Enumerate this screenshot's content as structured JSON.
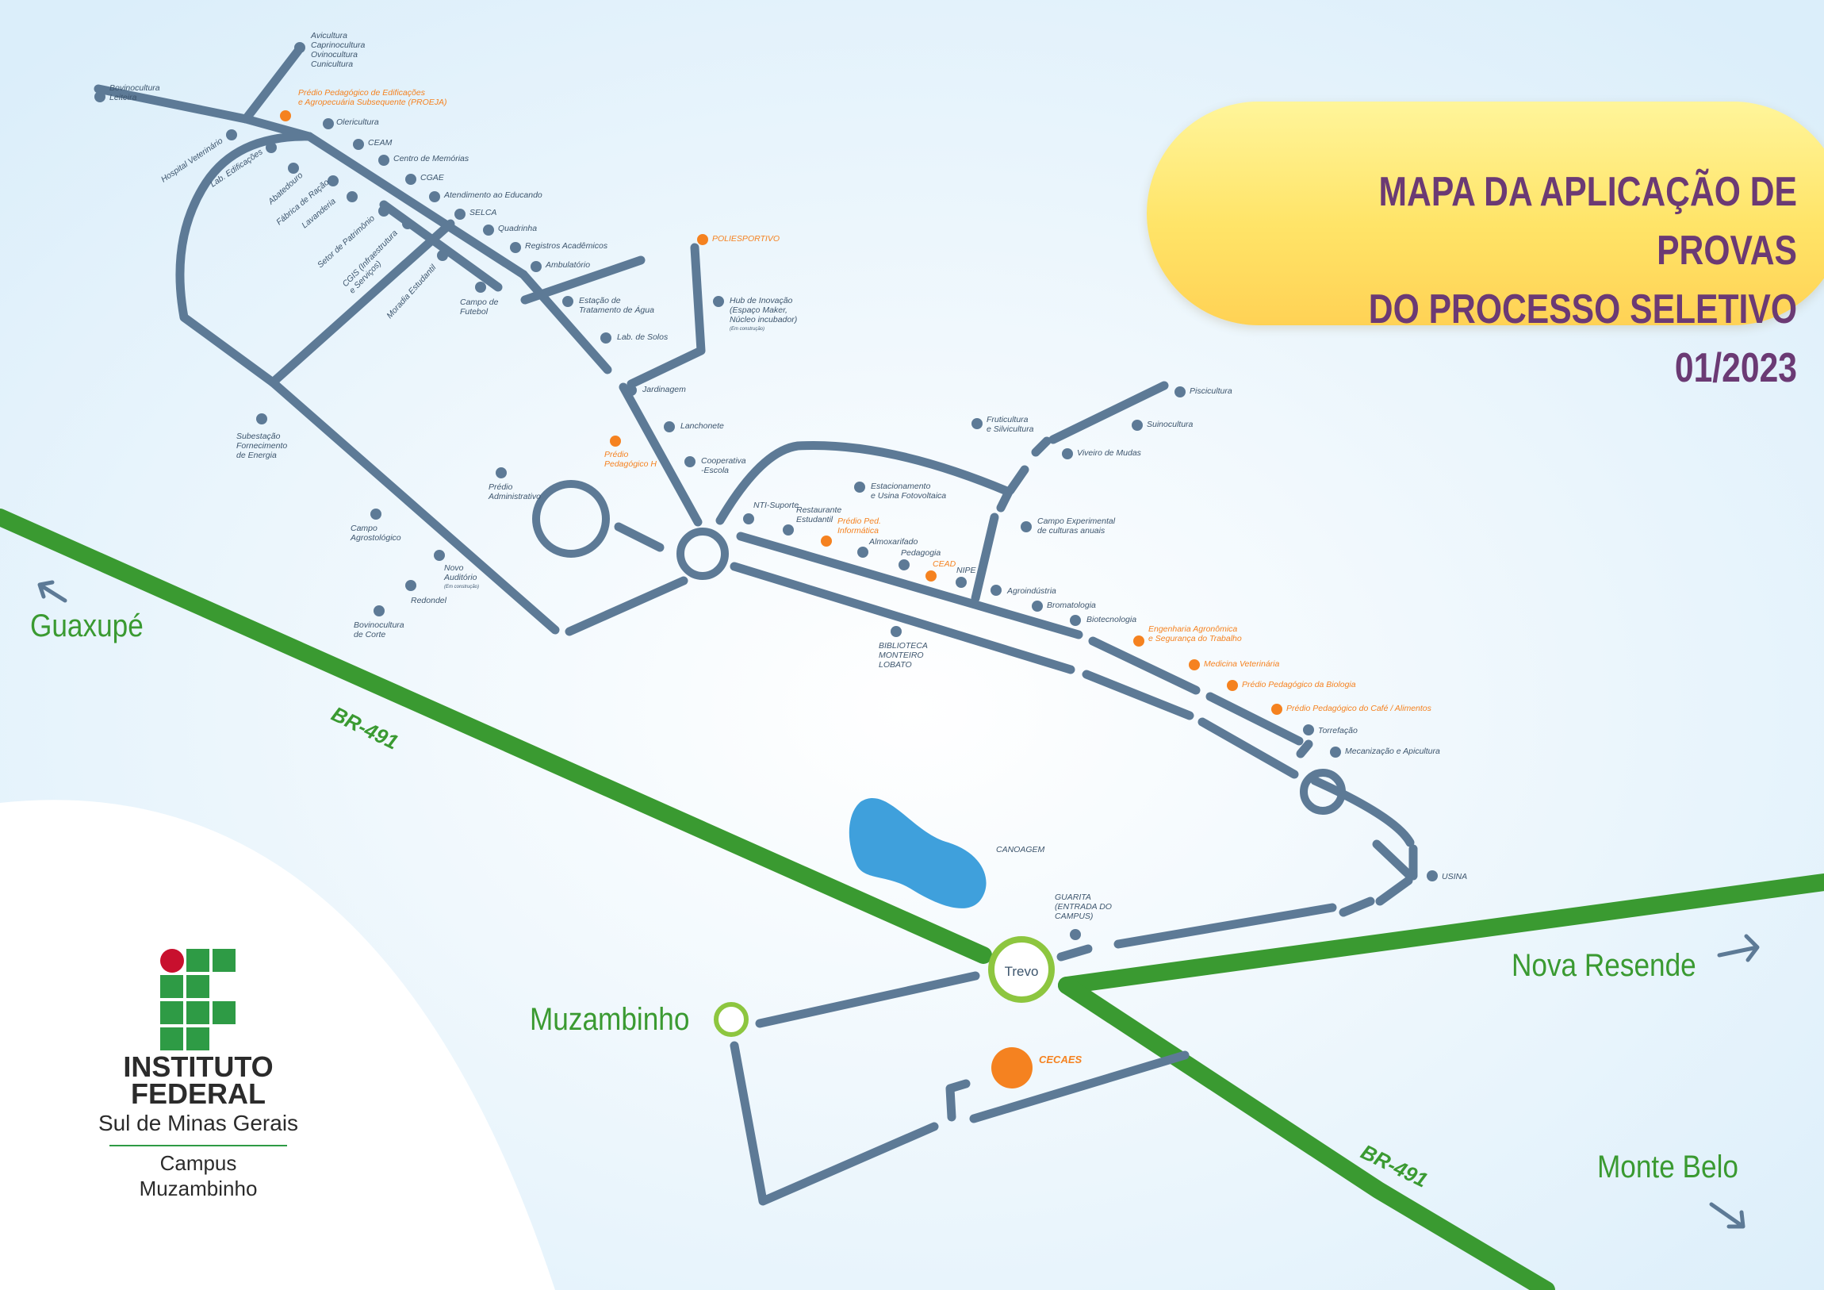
{
  "title": {
    "line1": "MAPA DA APLICAÇÃO DE PROVAS",
    "line2": "DO PROCESSO SELETIVO 01/2023"
  },
  "logo": {
    "line1": "INSTITUTO",
    "line2": "FEDERAL",
    "line3": "Sul de Minas Gerais",
    "line4": "Campus",
    "line5": "Muzambinho"
  },
  "colors": {
    "road": "#5d7a96",
    "highway": "#3a9a31",
    "highlight": "#f58220",
    "lake": "#3fa0dc",
    "title_text": "#6b3a74"
  },
  "cities": {
    "guaxupe": "Guaxupé",
    "nova_resende": "Nova Resende",
    "muzambinho": "Muzambinho",
    "monte_belo": "Monte Belo"
  },
  "highway": {
    "label_left": "BR-491",
    "label_right": "BR-491"
  },
  "trevo": "Trevo",
  "places": [
    {
      "id": "avicultura",
      "lines": [
        "Avicultura",
        "Caprinocultura",
        "Ovinocultura",
        "Cunicultura"
      ],
      "highlight": false
    },
    {
      "id": "bovinocultura-leiteira",
      "lines": [
        "Bovinocultura",
        "Leiteira"
      ],
      "highlight": false
    },
    {
      "id": "proeja",
      "lines": [
        "Prédio Pedagógico de Edificações",
        "e Agropecuária Subsequente (PROEJA)"
      ],
      "highlight": true
    },
    {
      "id": "olericultura",
      "lines": [
        "Olericultura"
      ],
      "highlight": false
    },
    {
      "id": "ceam",
      "lines": [
        "CEAM"
      ],
      "highlight": false
    },
    {
      "id": "centro-memorias",
      "lines": [
        "Centro de Memórias"
      ],
      "highlight": false
    },
    {
      "id": "cgae",
      "lines": [
        "CGAE"
      ],
      "highlight": false
    },
    {
      "id": "atendimento",
      "lines": [
        "Atendimento ao Educando"
      ],
      "highlight": false
    },
    {
      "id": "selca",
      "lines": [
        "SELCA"
      ],
      "highlight": false
    },
    {
      "id": "quadrinha",
      "lines": [
        "Quadrinha"
      ],
      "highlight": false
    },
    {
      "id": "registros",
      "lines": [
        "Registros Acadêmicos"
      ],
      "highlight": false
    },
    {
      "id": "ambulatorio",
      "lines": [
        "Ambulatório"
      ],
      "highlight": false
    },
    {
      "id": "hospital-vet",
      "lines": [
        "Hospital Veterinário"
      ],
      "highlight": false
    },
    {
      "id": "lab-edificacoes",
      "lines": [
        "Lab. Edificações"
      ],
      "highlight": false
    },
    {
      "id": "abatedouro",
      "lines": [
        "Abatedouro"
      ],
      "highlight": false
    },
    {
      "id": "fabrica-racao",
      "lines": [
        "Fábrica de Ração"
      ],
      "highlight": false
    },
    {
      "id": "lavanderia",
      "lines": [
        "Lavanderia"
      ],
      "highlight": false
    },
    {
      "id": "setor-patrimonio",
      "lines": [
        "Setor de Patrimônio"
      ],
      "highlight": false
    },
    {
      "id": "cgis",
      "lines": [
        "CGIS (Infraestrutura",
        "e Serviços)"
      ],
      "highlight": false
    },
    {
      "id": "moradia",
      "lines": [
        "Moradia Estudantil"
      ],
      "highlight": false
    },
    {
      "id": "campo-futebol",
      "lines": [
        "Campo de",
        "Futebol"
      ],
      "highlight": false
    },
    {
      "id": "poliesportivo",
      "lines": [
        "POLIESPORTIVO"
      ],
      "highlight": true
    },
    {
      "id": "estacao-agua",
      "lines": [
        "Estação de",
        "Tratamento de Água"
      ],
      "highlight": false
    },
    {
      "id": "hub-inovacao",
      "lines": [
        "Hub de Inovação",
        "(Espaço Maker,",
        "Núcleo incubador)"
      ],
      "note": "(Em construção)",
      "highlight": false
    },
    {
      "id": "lab-solos",
      "lines": [
        "Lab. de Solos"
      ],
      "highlight": false
    },
    {
      "id": "jardinagem",
      "lines": [
        "Jardinagem"
      ],
      "highlight": false
    },
    {
      "id": "lanchonete",
      "lines": [
        "Lanchonete"
      ],
      "highlight": false
    },
    {
      "id": "cooperativa",
      "lines": [
        "Cooperativa",
        "-Escola"
      ],
      "highlight": false
    },
    {
      "id": "subestacao",
      "lines": [
        "Subestação",
        "Fornecimento",
        "de Energia"
      ],
      "highlight": false
    },
    {
      "id": "predio-h",
      "lines": [
        "Prédio",
        "Pedagógico H"
      ],
      "highlight": true
    },
    {
      "id": "predio-adm",
      "lines": [
        "Prédio",
        "Administrativo"
      ],
      "highlight": false
    },
    {
      "id": "campo-agro",
      "lines": [
        "Campo",
        "Agrostológico"
      ],
      "highlight": false
    },
    {
      "id": "novo-auditorio",
      "lines": [
        "Novo",
        "Auditório"
      ],
      "note": "(Em construção)",
      "highlight": false
    },
    {
      "id": "redondel",
      "lines": [
        "Redondel"
      ],
      "highlight": false
    },
    {
      "id": "bovino-corte",
      "lines": [
        "Bovinocultura",
        "de Corte"
      ],
      "highlight": false
    },
    {
      "id": "nti",
      "lines": [
        "NTI-Suporte"
      ],
      "highlight": false
    },
    {
      "id": "restaurante",
      "lines": [
        "Restaurante",
        "Estudantil"
      ],
      "highlight": false
    },
    {
      "id": "predio-info",
      "lines": [
        "Prédio Ped.",
        "Informática"
      ],
      "highlight": true
    },
    {
      "id": "estacionamento",
      "lines": [
        "Estacionamento",
        "e Usina Fotovoltaica"
      ],
      "highlight": false
    },
    {
      "id": "almoxarifado",
      "lines": [
        "Almoxarifado"
      ],
      "highlight": false
    },
    {
      "id": "pedagogia",
      "lines": [
        "Pedagogia"
      ],
      "highlight": false
    },
    {
      "id": "cead",
      "lines": [
        "CEAD"
      ],
      "highlight": true
    },
    {
      "id": "nipe",
      "lines": [
        "NIPE"
      ],
      "highlight": false
    },
    {
      "id": "fruticultura",
      "lines": [
        "Fruticultura",
        "e Silvicultura"
      ],
      "highlight": false
    },
    {
      "id": "piscicultura",
      "lines": [
        "Piscicultura"
      ],
      "highlight": false
    },
    {
      "id": "suinocultura",
      "lines": [
        "Suinocultura"
      ],
      "highlight": false
    },
    {
      "id": "viveiro",
      "lines": [
        "Viveiro de Mudas"
      ],
      "highlight": false
    },
    {
      "id": "campo-exp",
      "lines": [
        "Campo Experimental",
        "de culturas anuais"
      ],
      "highlight": false
    },
    {
      "id": "agroindustria",
      "lines": [
        "Agroindústria"
      ],
      "highlight": false
    },
    {
      "id": "bromatologia",
      "lines": [
        "Bromatologia"
      ],
      "highlight": false
    },
    {
      "id": "biotecnologia",
      "lines": [
        "Biotecnologia"
      ],
      "highlight": false
    },
    {
      "id": "eng-agronomica",
      "lines": [
        "Engenharia Agronômica",
        "e Segurança do Trabalho"
      ],
      "highlight": true
    },
    {
      "id": "medicina-vet",
      "lines": [
        "Medicina Veterinária"
      ],
      "highlight": true
    },
    {
      "id": "predio-biologia",
      "lines": [
        "Prédio Pedagógico da Biologia"
      ],
      "highlight": true
    },
    {
      "id": "predio-cafe",
      "lines": [
        "Prédio Pedagógico do Café / Alimentos"
      ],
      "highlight": true
    },
    {
      "id": "torrefacao",
      "lines": [
        "Torrefação"
      ],
      "highlight": false
    },
    {
      "id": "mecanizacao",
      "lines": [
        "Mecanização e Apicultura"
      ],
      "highlight": false
    },
    {
      "id": "biblioteca",
      "lines": [
        "BIBLIOTECA",
        "MONTEIRO",
        "LOBATO"
      ],
      "highlight": false
    },
    {
      "id": "canoagem",
      "lines": [
        "CANOAGEM"
      ],
      "highlight": false
    },
    {
      "id": "usina",
      "lines": [
        "USINA"
      ],
      "highlight": false
    },
    {
      "id": "guarita",
      "lines": [
        "GUARITA",
        "(ENTRADA DO",
        "CAMPUS)"
      ],
      "highlight": false
    },
    {
      "id": "cecaes",
      "lines": [
        "CECAES"
      ],
      "highlight": true
    }
  ]
}
